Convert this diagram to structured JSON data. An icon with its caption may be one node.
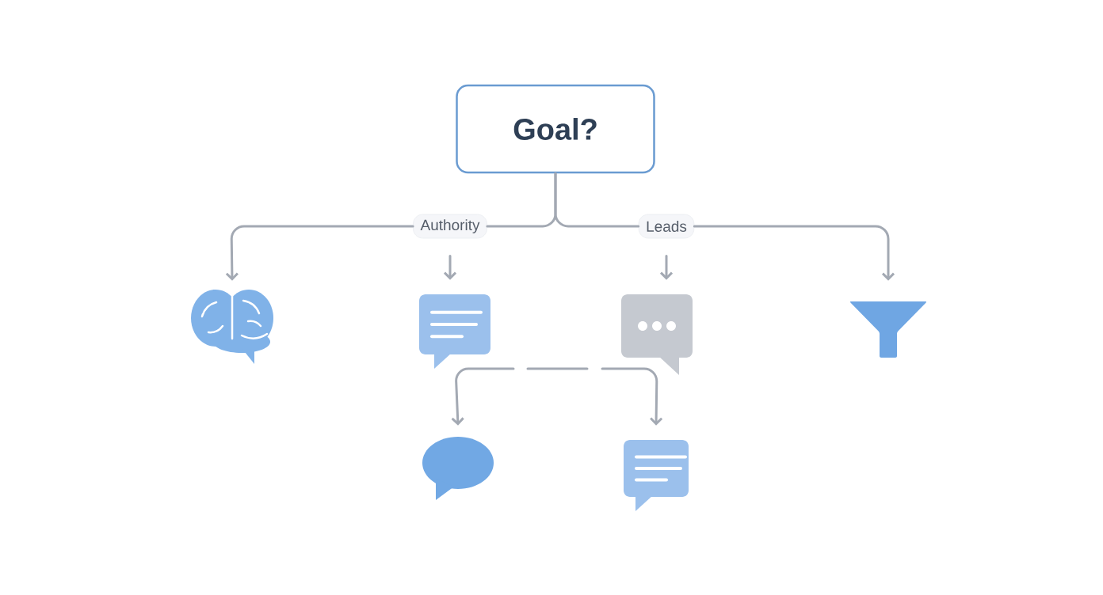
{
  "diagram": {
    "nodes": [
      {
        "text": [
          "Goal?"
        ]
      },
      {
        "text": [
          "Authority"
        ]
      },
      {
        "text": [
          "Leads"
        ]
      },
      {
        "text": [],
        "shape": "brain"
      },
      {
        "text": [],
        "shape": "bubble"
      },
      {
        "text": [],
        "shape": "bubble"
      },
      {
        "text": [],
        "shape": "funnel"
      },
      {
        "text": [],
        "shape": "bubble"
      },
      {
        "text": [],
        "shape": "bubble"
      }
    ],
    "edges": [
      {
        "from": 0,
        "to": 1,
        "arrow": "none"
      },
      {
        "from": 1,
        "to": 3,
        "arrow": "to"
      },
      {
        "from": 1,
        "to": 4,
        "arrow": "to"
      },
      {
        "from": 0,
        "to": 2,
        "arrow": "none"
      },
      {
        "from": 2,
        "to": 5,
        "arrow": "to"
      },
      {
        "from": 2,
        "to": 6,
        "arrow": "to"
      },
      {
        "from": null,
        "to": 7,
        "arrow": "to"
      },
      {
        "from": null,
        "to": 8,
        "arrow": "to"
      }
    ]
  }
}
